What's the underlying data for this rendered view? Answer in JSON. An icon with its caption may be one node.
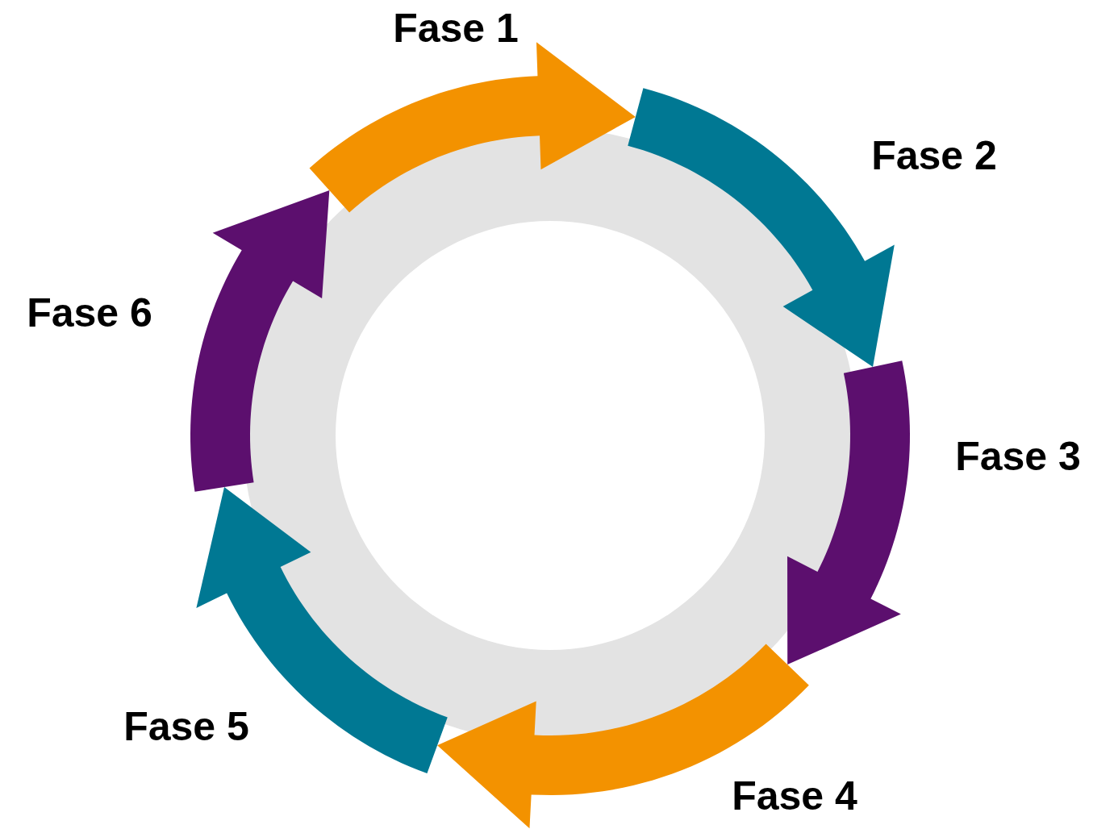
{
  "diagram": {
    "nodes": [
      {
        "text": [
          "Fase 1"
        ]
      },
      {
        "text": [
          "Fase 2"
        ]
      },
      {
        "text": [
          "Fase 3"
        ]
      },
      {
        "text": [
          "Fase 4"
        ]
      },
      {
        "text": [
          "Fase 5"
        ]
      },
      {
        "text": [
          "Fase 6"
        ]
      }
    ]
  }
}
